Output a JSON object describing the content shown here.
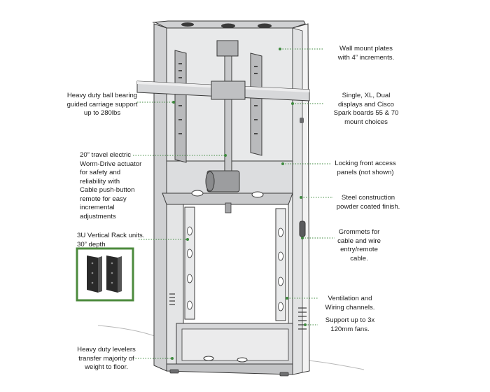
{
  "callouts": {
    "wall_mount": "Wall mount plates\nwith  4” increments.",
    "carriage": "Heavy duty ball bearing\nguided carriage support\nup to 280lbs",
    "displays": "Single, XL, Dual\ndisplays and Cisco\nSpark boards 55 & 70\nmount choices",
    "actuator": "20” travel electric\nWorm-Drive actuator\nfor safety and\nreliability with\nCable push-button\nremote for easy\nincremental\nadjustments",
    "access_panels": "Locking front access\npanels (not shown)",
    "steel": "Steel construction\npowder coated finish.",
    "rack": "3U Vertical Rack units.\n30” depth",
    "grommets": "Grommets for\ncable and wire\nentry/remote\ncable.",
    "ventilation": "Ventilation and\nWiring channels.",
    "fans": "Support up to 3x\n120mm fans.",
    "levelers": "Heavy duty levelers\ntransfer majority of\nweight to floor."
  },
  "colors": {
    "leader": "#3e8a3e",
    "frame_light": "#f2f2f2",
    "frame_mid": "#d9dadb",
    "frame_dark": "#8f9194",
    "outline": "#3a3a3a",
    "inset_border": "#4c8a3c",
    "rack_rail": "#2a2a2a"
  }
}
